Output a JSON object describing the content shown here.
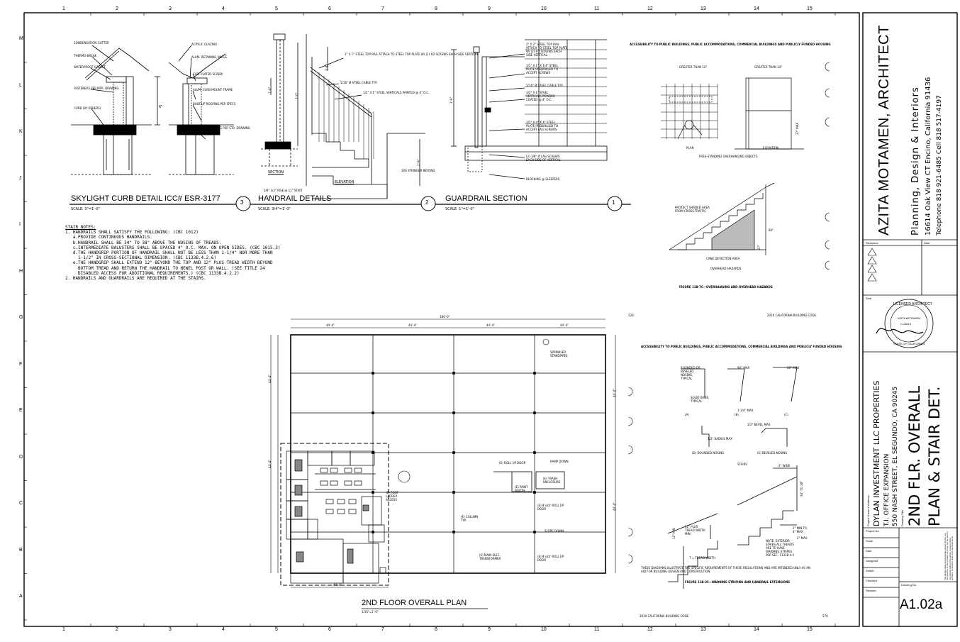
{
  "grid": {
    "columns": [
      "1",
      "2",
      "3",
      "4",
      "5",
      "6",
      "7",
      "8",
      "9",
      "10",
      "11",
      "12",
      "13",
      "14",
      "15"
    ],
    "rows": [
      "M",
      "L",
      "K",
      "J",
      "I",
      "H",
      "G",
      "F",
      "E",
      "D",
      "C",
      "B",
      "A"
    ]
  },
  "details": {
    "skylight": {
      "title": "SKYLIGHT CURB DETAIL ICC# ESR-3177",
      "scale": "SCALE: 3\"=1'-0\"",
      "number": "3",
      "callouts": [
        "CONDENSATION GUTTER",
        "THERMO-BREAK",
        "WATERPROOF GASKET",
        "FASTENERS PER MFR. DRAWING",
        "CURB (BY OTHERS)",
        "ACRYLIC GLAZING",
        "ALUM. RETAINING ANGLE",
        "CAD. PLATED SCREW",
        "ALUM. CURB MOUNT FRAME",
        "BUILT-UP ROOFING PER SPECS",
        "ROOF FRAMING PER STR. DRAWING"
      ],
      "dim": "6\""
    },
    "handrail": {
      "title": "HANDRAIL DETAILS",
      "scale": "SCALE: 3/4\"=1'-0\"",
      "number": "2",
      "section_label": "SECTION",
      "elevation_label": "ELEVATION",
      "callouts": [
        "1\" X 1\" STEEL TOP RAIL ATTACH TO STEEL TOP PLATE W/ (2) #2 SCREWS EACH SIDE VERTICAL",
        "5/16\" Ø STEEL CABLE TYP.",
        "1/2\" X 1\" STEEL VERTICALS PAINTED @ 4\" O.C.",
        "1X6 STRINGER BEYOND",
        "5/8\" 1/2\" RISE @ 11\" STAIR"
      ],
      "dims": [
        "1'-6\"",
        "3'-0\"",
        "3'-4\"",
        "2'-9\""
      ]
    },
    "guardrail": {
      "title": "GUARDRAIL SECTION",
      "scale": "SCALE: 1\"=1'-0\"",
      "number": "1",
      "callouts": [
        "2\" X 2\" STEEL TOP RAIL ATTACH TO STEEL TOP PLATE W/ (2) #2 SCREWS EACH SIDE VERTICAL",
        "1/2\" X 1\" X 1/4\" STEEL PLATE PREDRILLED TO ACCEPT SCREWS",
        "5/16\" Ø STEEL CABLE TYP.",
        "1/2\" X 1\" STEEL VERTICALS POWDER COATED @ 4\" O.C.",
        "1/2\" X 4\" X 4\" STEEL PLATE PREDRILLED TO ACCEPT LAG SCREWS",
        "(2) 3/8\" Ø LAG SCREWS EACH SIDE OF VERTICAL",
        "BLOCKING @ SLEEPERS"
      ],
      "dim": "3'-6\""
    }
  },
  "stair_notes": {
    "heading": "STAIR NOTES:",
    "lines": [
      "1. HANDRAILS SHALL SATISFY THE FOLLOWING: (CBC 1012)",
      "   a.PROVIDE CONTINUOUS HANDRAILS.",
      "   b.HANDRAIL SHALL BE 34\" TO 38\" ABOVE THE NOSING OF TREADS.",
      "   c.INTERMEDIATE BALUSTERS SHALL BE SPACED 4\" O.C. MAX. ON OPEN SIDES. (CBC 1015.3)",
      "   d.THE HANDGRIP PORTION OF HANDRAIL SHALL NOT BE LESS THAN 1-1/4\" NOR MORE THAN",
      "     1-1/2\" IN CROSS-SECTIONAL DIMENSION. (CBC 1133B.4.2.6)",
      "   e.THE HANDGRIP SHALL EXTEND 12\" BEYOND THE TOP AND 12\" PLUS TREAD WIDTH BEYOND",
      "     BOTTOM TREAD AND RETURN THE HANDRAIL TO NEWEL POST OR WALL. (SEE TITLE 24",
      "     DISABLED ACCESS FOR ADDITIONAL REQUIREMENTS.) (CBC 1133B.4.2.2)",
      "2. HANDRAILS AND GUARDRAILS ARE REQUIRED AT THE STAIRS."
    ]
  },
  "plan": {
    "title": "2ND FLOOR OVERALL PLAN",
    "scale": "1/16\"=1'-0\"",
    "dims_top": [
      "44'-4\"",
      "44'-4\"",
      "44'-4\"",
      "44'-4\""
    ],
    "dim_total": "180'-0\"",
    "dim_bottom": "44'-4\"",
    "dims_left": [
      "44'-4\"",
      "44'-4\""
    ],
    "dims_right": [
      "44'-4\"",
      "44'-4\""
    ],
    "callouts": [
      "SPRINKLER STANDPIPES",
      "(E) ROLL UP DOOR",
      "RAMP DOWN",
      "(E) TRASH ENCLOSURE",
      "(E) PAINT BOOTH",
      "(E) ROOF LADDER ACCESS",
      "(E) COLUMN TYP.",
      "(E) 8'x10' ROLL UP DOOR",
      "SLOPE DOWN",
      "(E) MAIN ELEC. TRANSFORMER",
      "(E) 8'x10' ROLL UP DOOR"
    ]
  },
  "code_top": {
    "header": "ACCESSIBILITY TO PUBLIC BUILDINGS, PUBLIC ACCOMMODATIONS, COMMERCIAL BUILDINGS AND PUBLICLY FUNDED HOUSING",
    "labels": [
      "GREATER THAN 12\"",
      "GREATER THAN 12\"",
      "PLAN",
      "ELEVATION",
      "FREE-STANDING OVERHANGING OBJECTS",
      "PROTECT SHADED AREA FROM CROSS-TRAFFIC",
      "CANE DETECTION AREA",
      "OVERHEAD HAZARDS",
      "80\"",
      "27\" MAX",
      "27\""
    ],
    "caption": "FIGURE 11B-7C—OVERHANGING AND OVERHEAD HAZARDS",
    "page_left": "526",
    "page_right": "2010 CALIFORNIA BUILDING CODE"
  },
  "code_bottom": {
    "header": "ACCESSIBILITY TO PUBLIC BUILDINGS, PUBLIC ACCOMMODATIONS, COMMERCIAL BUILDINGS AND PUBLICLY FUNDED HOUSING",
    "labels": [
      "ROUNDED OR BEVELED NOSING, TYPICAL",
      "SOLID RISER, TYPICAL",
      "90° MAX",
      "60° MAX",
      "1-1/4\" MAX",
      "1/2\" RADIUS MAX",
      "1/2\" BEVEL MAX",
      "(A)",
      "(B)",
      "(C)",
      "(D) ROUNDED NOSING",
      "(E) BEVELED NOSING",
      "STAIRS",
      "2\" WIDE",
      "11\" PLUS TREAD WIDTH MIN.",
      "T = TREAD WIDTH",
      "2\" MIN TO 4\" MAX",
      "NOTE: EXTERIOR STAIRS ALL TREADS ARE TO HAVE WARNING STRIPES PER SEC. 1133B.4.4",
      "34\" TO 38\"",
      "12\" MIN",
      "2\" MAX"
    ],
    "footnote": "THESE DIAGRAMS ILLUSTRATE THE SPECIFIC REQUIREMENTS OF THESE REGULATIONS AND ARE INTENDED ONLY AS AN AID FOR BUILDING DESIGN AND CONSTRUCTION",
    "caption": "FIGURE 11B-25—WARNING STRIPING AND HANDRAIL EXTENSIONS",
    "page_left": "2010 CALIFORNIA BUILDING CODE",
    "page_right": "579"
  },
  "title_block": {
    "architect": "AZITA MOTAMEN, ARCHITECT",
    "services": "Planning, Design & Interiors",
    "address": "16614 Oak View CT Encino, California 91436",
    "phone": "Telephone 818 921-6485   Cell 818 517-4197",
    "revisions_label": "Revisions",
    "date_label": "Date",
    "seal_label": "Seal",
    "stamp_lines": [
      "LICENSED ARCHITECT",
      "AZITA MOTAMEN",
      "C-28113",
      "STATE OF CALIFORNIA"
    ],
    "project_label": "Project Name & Address",
    "client": "DYLAN INVESTMENT LLC PROPERTIES",
    "project": "T.I. OFFICE EXPANSION",
    "project_address": "550 NASH STREET, EL SEGUNDO, CA 90245",
    "drawing_title_label": "Drawing Title",
    "drawing_title_1": "2ND FLR. OVERALL",
    "drawing_title_2": "PLAN & STAIR DET.",
    "fields": [
      "Project No.",
      "Scale",
      "Date",
      "Designed",
      "Drawn",
      "Checked",
      "Revised"
    ],
    "drawing_no_label": "Drawing No.",
    "drawing_no": "A1.02a",
    "copyright": "The design ideas and drawings shown hereon are the property of the architect and may not be used or reproduced without the written consent of the architect. Contractor shall verify all dimensions."
  }
}
